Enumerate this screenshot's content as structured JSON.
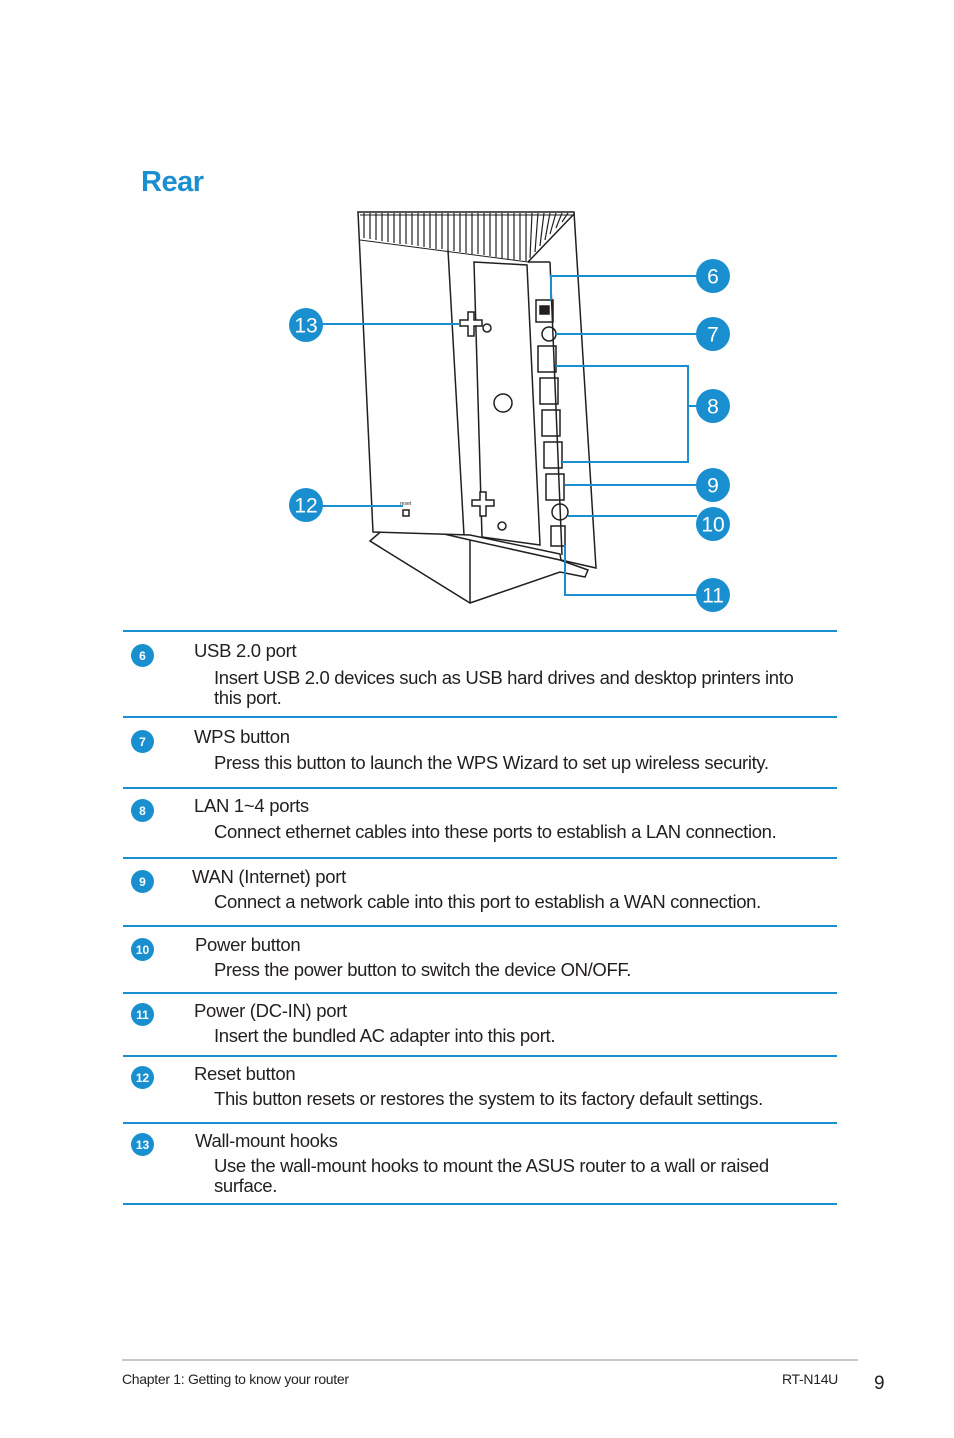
{
  "title": "Rear",
  "diagram": {
    "callouts": [
      "6",
      "7",
      "8",
      "9",
      "10",
      "11",
      "12",
      "13"
    ],
    "reset_label": "reset"
  },
  "items": [
    {
      "num": "6",
      "name": "USB 2.0 port",
      "desc": "Insert USB 2.0 devices such as USB hard drives and desktop printers into this port."
    },
    {
      "num": "7",
      "name": "WPS button",
      "desc": "Press this button to launch the WPS Wizard to set up wireless security."
    },
    {
      "num": "8",
      "name": "LAN 1~4 ports",
      "desc": "Connect ethernet cables into these ports to establish a LAN connection."
    },
    {
      "num": "9",
      "name": "WAN (Internet) port",
      "desc": "Connect a network cable into this port to establish a WAN connection."
    },
    {
      "num": "10",
      "name": "Power button",
      "desc": "Press the power button to switch the device ON/OFF."
    },
    {
      "num": "11",
      "name": "Power (DC-IN) port",
      "desc": "Insert the bundled AC adapter into this port."
    },
    {
      "num": "12",
      "name": "Reset button",
      "desc": "This button resets or restores the system to its factory default settings."
    },
    {
      "num": "13",
      "name": "Wall-mount hooks",
      "desc": "Use the wall-mount hooks to mount the ASUS router to a wall or raised surface."
    }
  ],
  "footer": {
    "chapter": "Chapter 1: Getting to know your router",
    "model": "RT-N14U",
    "page": "9"
  },
  "colors": {
    "accent": "#1a8fcf",
    "text": "#231f20",
    "rule": "#c8c8c8"
  }
}
